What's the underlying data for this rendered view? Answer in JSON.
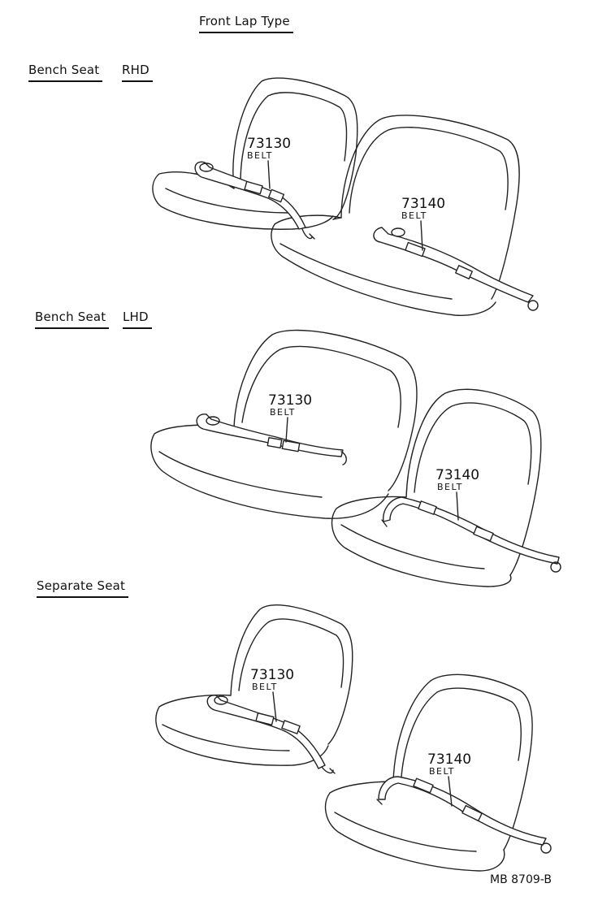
{
  "title": "Front Lap Type",
  "sections": [
    {
      "label": "Bench Seat",
      "side": "RHD",
      "parts": [
        {
          "number": "73130",
          "name": "BELT"
        },
        {
          "number": "73140",
          "name": "BELT"
        }
      ]
    },
    {
      "label": "Bench Seat",
      "side": "LHD",
      "parts": [
        {
          "number": "73130",
          "name": "BELT"
        },
        {
          "number": "73140",
          "name": "BELT"
        }
      ]
    },
    {
      "label": "Separate Seat",
      "side": "",
      "parts": [
        {
          "number": "73130",
          "name": "BELT"
        },
        {
          "number": "73140",
          "name": "BELT"
        }
      ]
    }
  ],
  "figure_code": "MB  8709-B"
}
